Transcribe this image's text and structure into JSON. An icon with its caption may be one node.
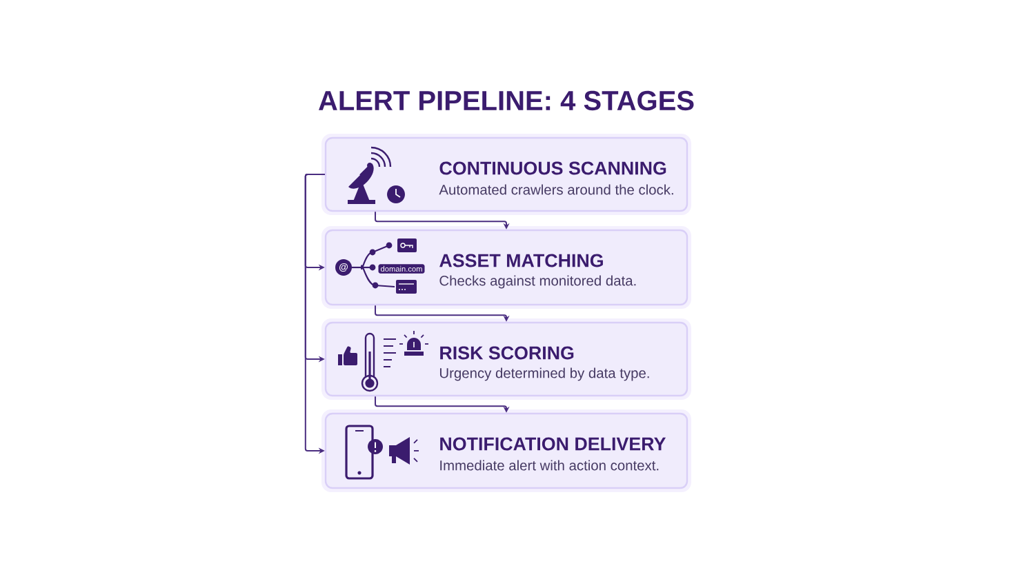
{
  "diagram": {
    "title": "ALERT PIPELINE: 4 STAGES",
    "nodes": [
      {
        "text": [
          "CONTINUOUS SCANNING",
          "Automated crawlers around the clock."
        ]
      },
      {
        "text": [
          "ASSET MATCHING",
          "Checks against monitored data."
        ]
      },
      {
        "text": [
          "RISK SCORING",
          "Urgency determined by data type."
        ]
      },
      {
        "text": [
          "NOTIFICATION DELIVERY",
          "Immediate alert with action context."
        ]
      }
    ],
    "edges": [
      {
        "from": 0,
        "to": 1,
        "arrow": "to"
      },
      {
        "from": 1,
        "to": 2,
        "arrow": "to"
      },
      {
        "from": 2,
        "to": 3,
        "arrow": "to"
      },
      {
        "from": 0,
        "to": 1,
        "arrow": "to"
      },
      {
        "from": 0,
        "to": 2,
        "arrow": "to"
      },
      {
        "from": 0,
        "to": 3,
        "arrow": "to"
      }
    ],
    "labels": [
      "@",
      "domain.com"
    ]
  }
}
